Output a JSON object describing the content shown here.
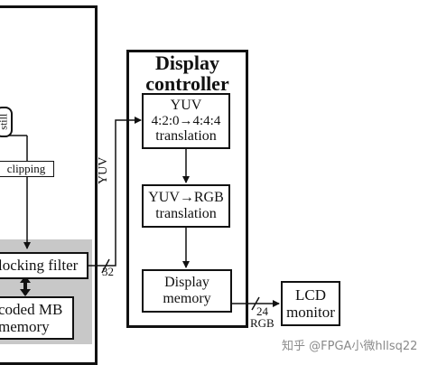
{
  "left_block": {
    "still_label": "still",
    "clipping_label": "clipping",
    "deblocking_filter_label": "locking filter",
    "decoded_mb_label_line1": "coded MB",
    "decoded_mb_label_line2": "memory"
  },
  "display_controller": {
    "title_line1": "Display",
    "title_line2": "controller",
    "yuv_translation": {
      "line1": "YUV",
      "line2": "4:2:0→4:4:4",
      "line3": "translation"
    },
    "yuv_rgb": {
      "line1": "YUV→RGB",
      "line2": "translation"
    },
    "display_memory": {
      "line1": "Display",
      "line2": "memory"
    }
  },
  "lcd_monitor": {
    "line1": "LCD",
    "line2": "monitor"
  },
  "connections": {
    "yuv_label": "YUV",
    "bus_width_32": "32",
    "bus_width_24": "24",
    "rgb_label": "RGB"
  },
  "watermark": "知乎 @FPGA小微hllsq22",
  "colors": {
    "line": "#111111",
    "panel_gray": "#c8c8c8",
    "watermark": "#8a8a8a"
  }
}
